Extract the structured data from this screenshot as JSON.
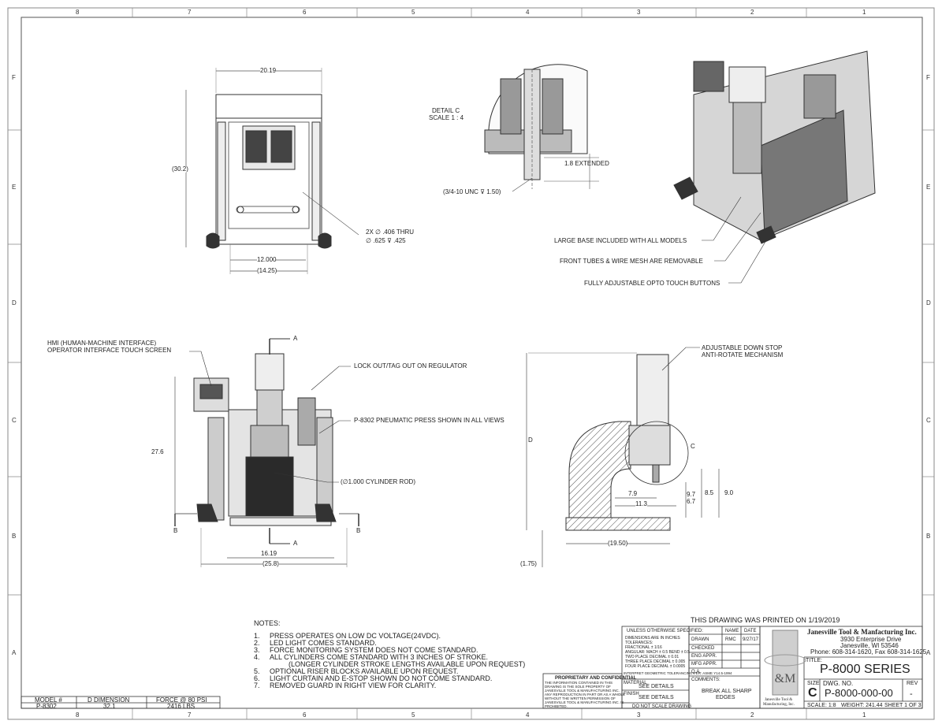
{
  "frame": {
    "top_zones": [
      "8",
      "7",
      "6",
      "5",
      "4",
      "3",
      "2",
      "1"
    ],
    "bottom_zones": [
      "8",
      "7",
      "6",
      "5",
      "4",
      "3",
      "2",
      "1"
    ],
    "left_zones": [
      "F",
      "E",
      "D",
      "C",
      "B",
      "A"
    ],
    "right_zones": [
      "F",
      "E",
      "D",
      "C",
      "B",
      "A"
    ]
  },
  "top_view": {
    "dim_width": "20.19",
    "dim_height": "(30.2)",
    "dim_inner": "12.000",
    "dim_outer": "(14.25)",
    "hole_note_1": "2X ∅ .406 THRU",
    "hole_note_2": "∅ .625 ⊽ .425"
  },
  "detail": {
    "title": "DETAIL C",
    "scale": "SCALE 1 : 4",
    "extended": "1.8 EXTENDED",
    "thread": "(3/4-10 UNC ⊽ 1.50)"
  },
  "iso_callouts": {
    "base": "LARGE BASE INCLUDED WITH ALL MODELS",
    "tubes": "FRONT TUBES & WIRE MESH ARE REMOVABLE",
    "opto": "FULLY ADJUSTABLE OPTO TOUCH BUTTONS"
  },
  "front_view": {
    "hmi_1": "HMI (HUMAN-MACHINE INTERFACE)",
    "hmi_2": "OPERATOR INTERFACE TOUCH SCREEN",
    "lockout": "LOCK OUT/TAG OUT ON REGULATOR",
    "press": "P-8302 PNEUMATIC PRESS SHOWN IN ALL VIEWS",
    "rod": "(∅1.000 CYLINDER ROD)",
    "section_a_top": "A",
    "section_a_bottom": "A",
    "section_b_left": "B",
    "section_b_right": "B",
    "dim_height": "27.6",
    "dim_base": "16.19",
    "dim_total": "(25.8)"
  },
  "section_view": {
    "downstop_1": "ADJUSTABLE DOWN STOP",
    "downstop_2": "ANTI-ROTATE MECHANISM",
    "dim_d": "D",
    "label_c": "C",
    "dim_79": "7.9",
    "dim_113": "11.3",
    "dim_97": "9.7",
    "dim_67": "6.7",
    "dim_85": "8.5",
    "dim_90": "9.0",
    "dim_1950": "(19.50)",
    "dim_175": "(1.75)"
  },
  "notes": {
    "title": "NOTES:",
    "items": [
      {
        "num": "1.",
        "text": "PRESS OPERATES ON LOW DC VOLTAGE(24VDC)."
      },
      {
        "num": "2.",
        "text": "LED LIGHT COMES STANDARD."
      },
      {
        "num": "3.",
        "text": "FORCE MONITORING SYSTEM DOES NOT COME STANDARD."
      },
      {
        "num": "4.",
        "text": "ALL CYLINDERS COME STANDARD WITH 3 INCHES OF STROKE."
      },
      {
        "num": "",
        "text": "(LONGER CYLINDER STROKE LENGTHS AVAILABLE UPON REQUEST)"
      },
      {
        "num": "5.",
        "text": "OPTIONAL RISER BLOCKS AVAILABLE UPON REQUEST."
      },
      {
        "num": "6.",
        "text": "LIGHT CURTAIN AND E-STOP SHOWN DO NOT COME STANDARD."
      },
      {
        "num": "7.",
        "text": "REMOVED GUARD IN RIGHT VIEW FOR CLARITY."
      }
    ]
  },
  "model_table": {
    "headers": [
      "MODEL #",
      "D DIMENSION",
      "FORCE @ 80 PSI"
    ],
    "row": [
      "P-8302",
      "32.1",
      "2416 LBS"
    ]
  },
  "printed": "THIS DRAWING WAS PRINTED ON 1/19/2019",
  "title_block": {
    "unless": "UNLESS OTHERWISE SPECIFIED:",
    "tol_lines": [
      "DIMENSIONS ARE IN INCHES",
      "TOLERANCES:",
      "FRACTIONAL ± 1/16",
      "ANGULAR: MACH ± 0.5  BEND ± 0.5",
      "TWO PLACE DECIMAL   ± 0.01",
      "THREE PLACE DECIMAL  ± 0.005",
      "FOUR PLACE DECIMAL  ± 0.0005"
    ],
    "geo": "INTERPRET GEOMETRIC TOLERANCING PER: ASME Y14.5-1994",
    "material": "MATERIAL",
    "see1": "SEE DETAILS",
    "finish": "FINISH",
    "see2": "SEE DETAILS",
    "noscale": "DO NOT SCALE DRAWING",
    "proprietary_title": "PROPRIETARY AND CONFIDENTIAL",
    "proprietary_lines": [
      "THE INFORMATION CONTAINED IN THIS",
      "DRAWING IS THE SOLE PROPERTY OF",
      "JANESVILLE TOOL & MANUFACTURING INC.",
      "ANY REPRODUCTION IN PART OR AS A WHOLE",
      "WITHOUT THE WRITTEN PERMISSION OF",
      "JANESVILLE TOOL & MANUFACTURING INC. IS",
      "PROHIBITED."
    ],
    "col_name": "NAME",
    "col_date": "DATE",
    "drawn": "DRAWN",
    "drawn_name": "RMC",
    "drawn_date": "9/27/17",
    "checked": "CHECKED",
    "eng": "ENG APPR.",
    "mfg": "MFG APPR.",
    "qa": "Q.A.",
    "comments": "COMMENTS:",
    "break_1": "BREAK ALL SHARP",
    "break_2": "EDGES",
    "company": "Janesville Tool & Manfacturing Inc.",
    "address_1": "3930 Enterprise Drive",
    "address_2": "Janesville, WI 53546",
    "phone": "Phone: 608-314-1620, Fax 608-314-1625",
    "logo_caption_1": "Janesville Tool &",
    "logo_caption_2": "Manufacturing, Inc.",
    "title_label": "TITLE:",
    "title": "P-8000 SERIES",
    "size_label": "SIZE",
    "size": "C",
    "dwg_label": "DWG.  NO.",
    "dwg_no": "P-8000-000-00",
    "rev_label": "REV",
    "rev": "-",
    "scale": "SCALE: 1:8",
    "weight": "WEIGHT: 241.44",
    "sheet": "SHEET 1 OF 3"
  }
}
